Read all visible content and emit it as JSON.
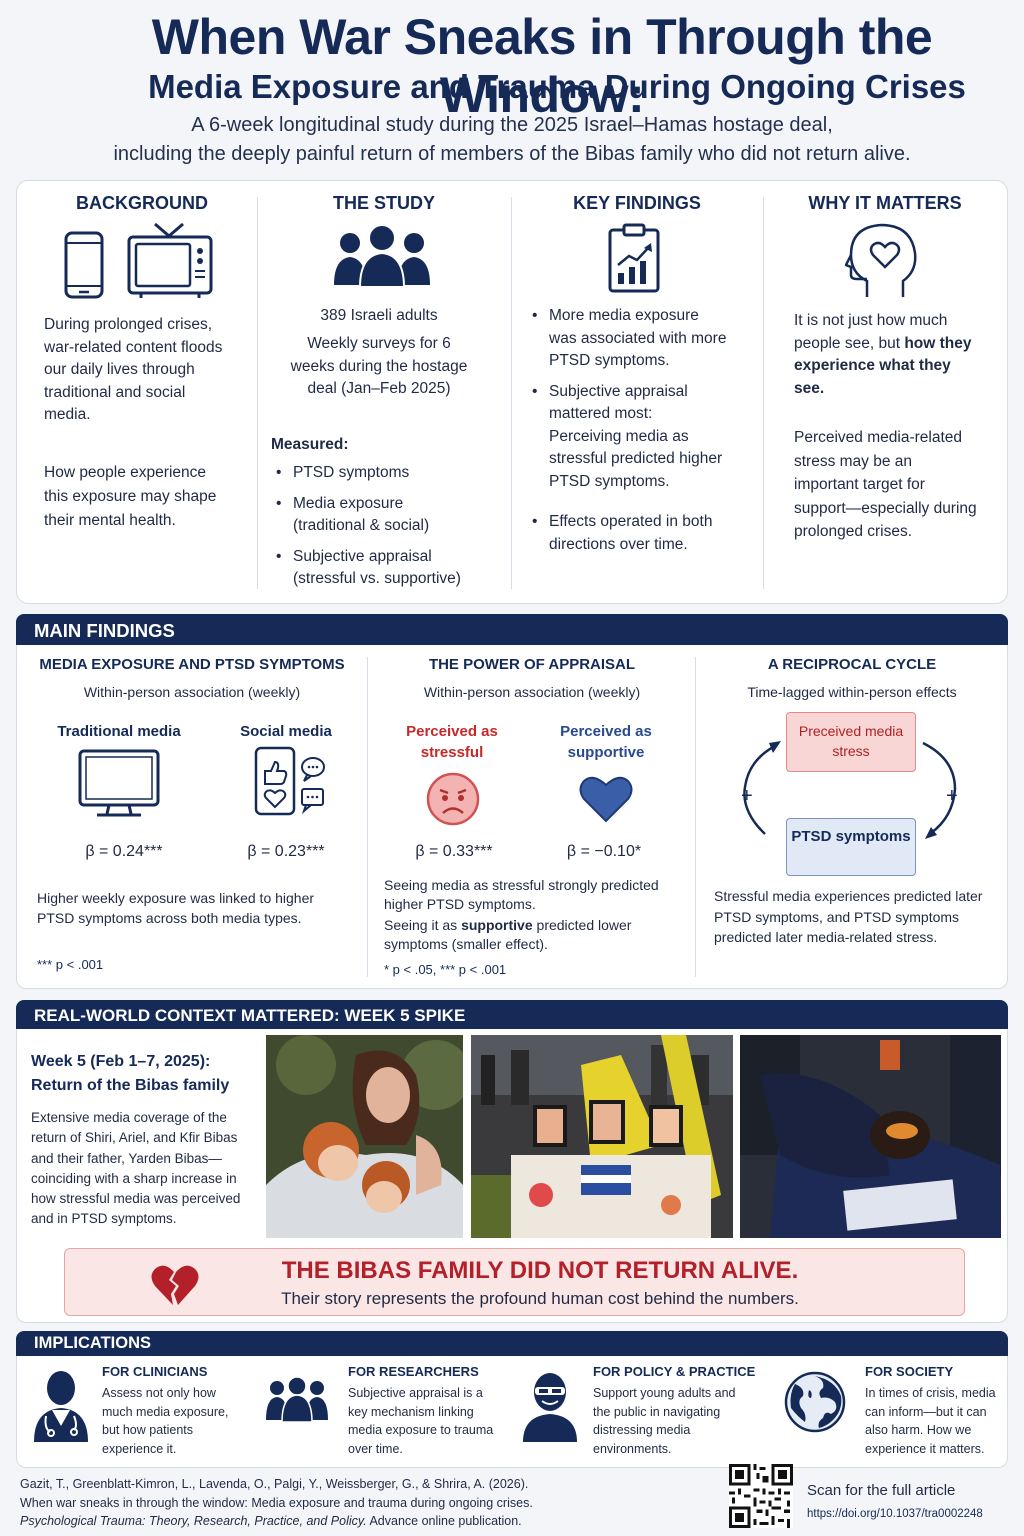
{
  "header": {
    "title": "When War Sneaks in Through the Window:",
    "subtitle": "Media Exposure and Trauma During Ongoing Crises",
    "intro_line1": "A 6-week longitudinal study during the 2025 Israel–Hamas hostage deal,",
    "intro_line2": "including the deeply painful return of members of the Bibas family who did not return alive."
  },
  "overview": {
    "background": {
      "heading": "BACKGROUND",
      "p1": "During prolonged crises, war-related content floods our daily lives through traditional and social media.",
      "p2": "How people experience this exposure may shape their mental health."
    },
    "study": {
      "heading": "THE STUDY",
      "sample": "389 Israeli adults",
      "design": "Weekly surveys for 6 weeks during the hostage deal (Jan–Feb 2025)",
      "measured_label": "Measured:",
      "measured": [
        "PTSD symptoms",
        "Media exposure (traditional & social)",
        "Subjective appraisal (stressful vs. supportive)"
      ]
    },
    "findings": {
      "heading": "KEY FINDINGS",
      "items": [
        "More media exposure was associated with more PTSD symptoms.",
        "Subjective appraisal mattered most: Perceiving media as stressful predicted higher PTSD symptoms.",
        "Effects operated in both directions over time."
      ]
    },
    "matters": {
      "heading": "WHY IT MATTERS",
      "p1_plain": "It is not just how much people see, but ",
      "p1_bold": "how they experience what they see.",
      "p2": "Perceived media-related stress may be an important target for support—especially during prolonged crises."
    }
  },
  "main_findings": {
    "bar_title": "MAIN FINDINGS",
    "exposure": {
      "heading": "MEDIA EXPOSURE AND PTSD SYMPTOMS",
      "sub": "Within-person association (weekly)",
      "traditional_label": "Traditional media",
      "traditional_beta": "β = 0.24***",
      "social_label": "Social media",
      "social_beta": "β = 0.23***",
      "note": "Higher weekly exposure was linked to higher PTSD symptoms across both media types.",
      "sig": "*** p < .001"
    },
    "appraisal": {
      "heading": "THE POWER OF APPRAISAL",
      "sub": "Within-person association (weekly)",
      "stressful_label": "Perceived as stressful",
      "stressful_beta": "β = 0.33***",
      "supportive_label": "Perceived as supportive",
      "supportive_beta": "β = −0.10*",
      "note1": "Seeing media as stressful strongly predicted higher PTSD symptoms.",
      "note2_a": "Seeing it as ",
      "note2_b": "supportive",
      "note2_c": " predicted lower symptoms (smaller effect).",
      "sig": "* p < .05, *** p < .001"
    },
    "cycle": {
      "heading": "A RECIPROCAL CYCLE",
      "sub": "Time-lagged within-person effects",
      "box1": "Preceived media stress",
      "box2": "PTSD symptoms",
      "plus_left": "+",
      "plus_right": "+",
      "note": "Stressful media experiences predicted later PTSD symptoms, and PTSD symptoms predicted later media-related stress."
    }
  },
  "context": {
    "bar_title": "REAL-WORLD CONTEXT MATTERED: WEEK 5 SPIKE",
    "week_heading": "Week 5 (Feb 1–7, 2025): Return of the Bibas family",
    "text": "Extensive media coverage of the return of Shiri, Ariel, and Kfir Bibas and their father, Yarden Bibas—coinciding with a sharp increase in how stressful media was perceived and in PTSD symptoms.",
    "alert_title": "THE BIBAS FAMILY DID NOT RETURN ALIVE.",
    "alert_text": "Their story represents the profound human cost behind the numbers."
  },
  "implications": {
    "bar_title": "IMPLICATIONS",
    "items": [
      {
        "heading": "FOR CLINICIANS",
        "text": "Assess not only how much media exposure, but how patients experience it."
      },
      {
        "heading": "FOR RESEARCHERS",
        "text": "Subjective appraisal is a key mechanism linking media exposure to trauma over time."
      },
      {
        "heading": "FOR POLICY & PRACTICE",
        "text": "Support young adults and the public in navigating distressing media environments."
      },
      {
        "heading": "FOR SOCIETY",
        "text": "In times of crisis, media can inform—but it can also harm. How we experience it matters."
      }
    ]
  },
  "footer": {
    "cite1": "Gazit, T., Greenblatt-Kimron, L., Lavenda, O., Palgi, Y., Weissberger, G., & Shrira, A. (2026).",
    "cite2": "When war sneaks in through the window: Media exposure and trauma during ongoing crises.",
    "cite3_journal": "Psychological Trauma: Theory, Research, Practice, and Policy.",
    "cite3_rest": " Advance online publication.",
    "scan": "Scan for the full article",
    "doi": "https://doi.org/10.1037/tra0002248"
  },
  "colors": {
    "navy": "#152a57",
    "alert_red": "#b3202a",
    "stress_red": "#e06a6a",
    "support_blue": "#3b5ea8"
  }
}
